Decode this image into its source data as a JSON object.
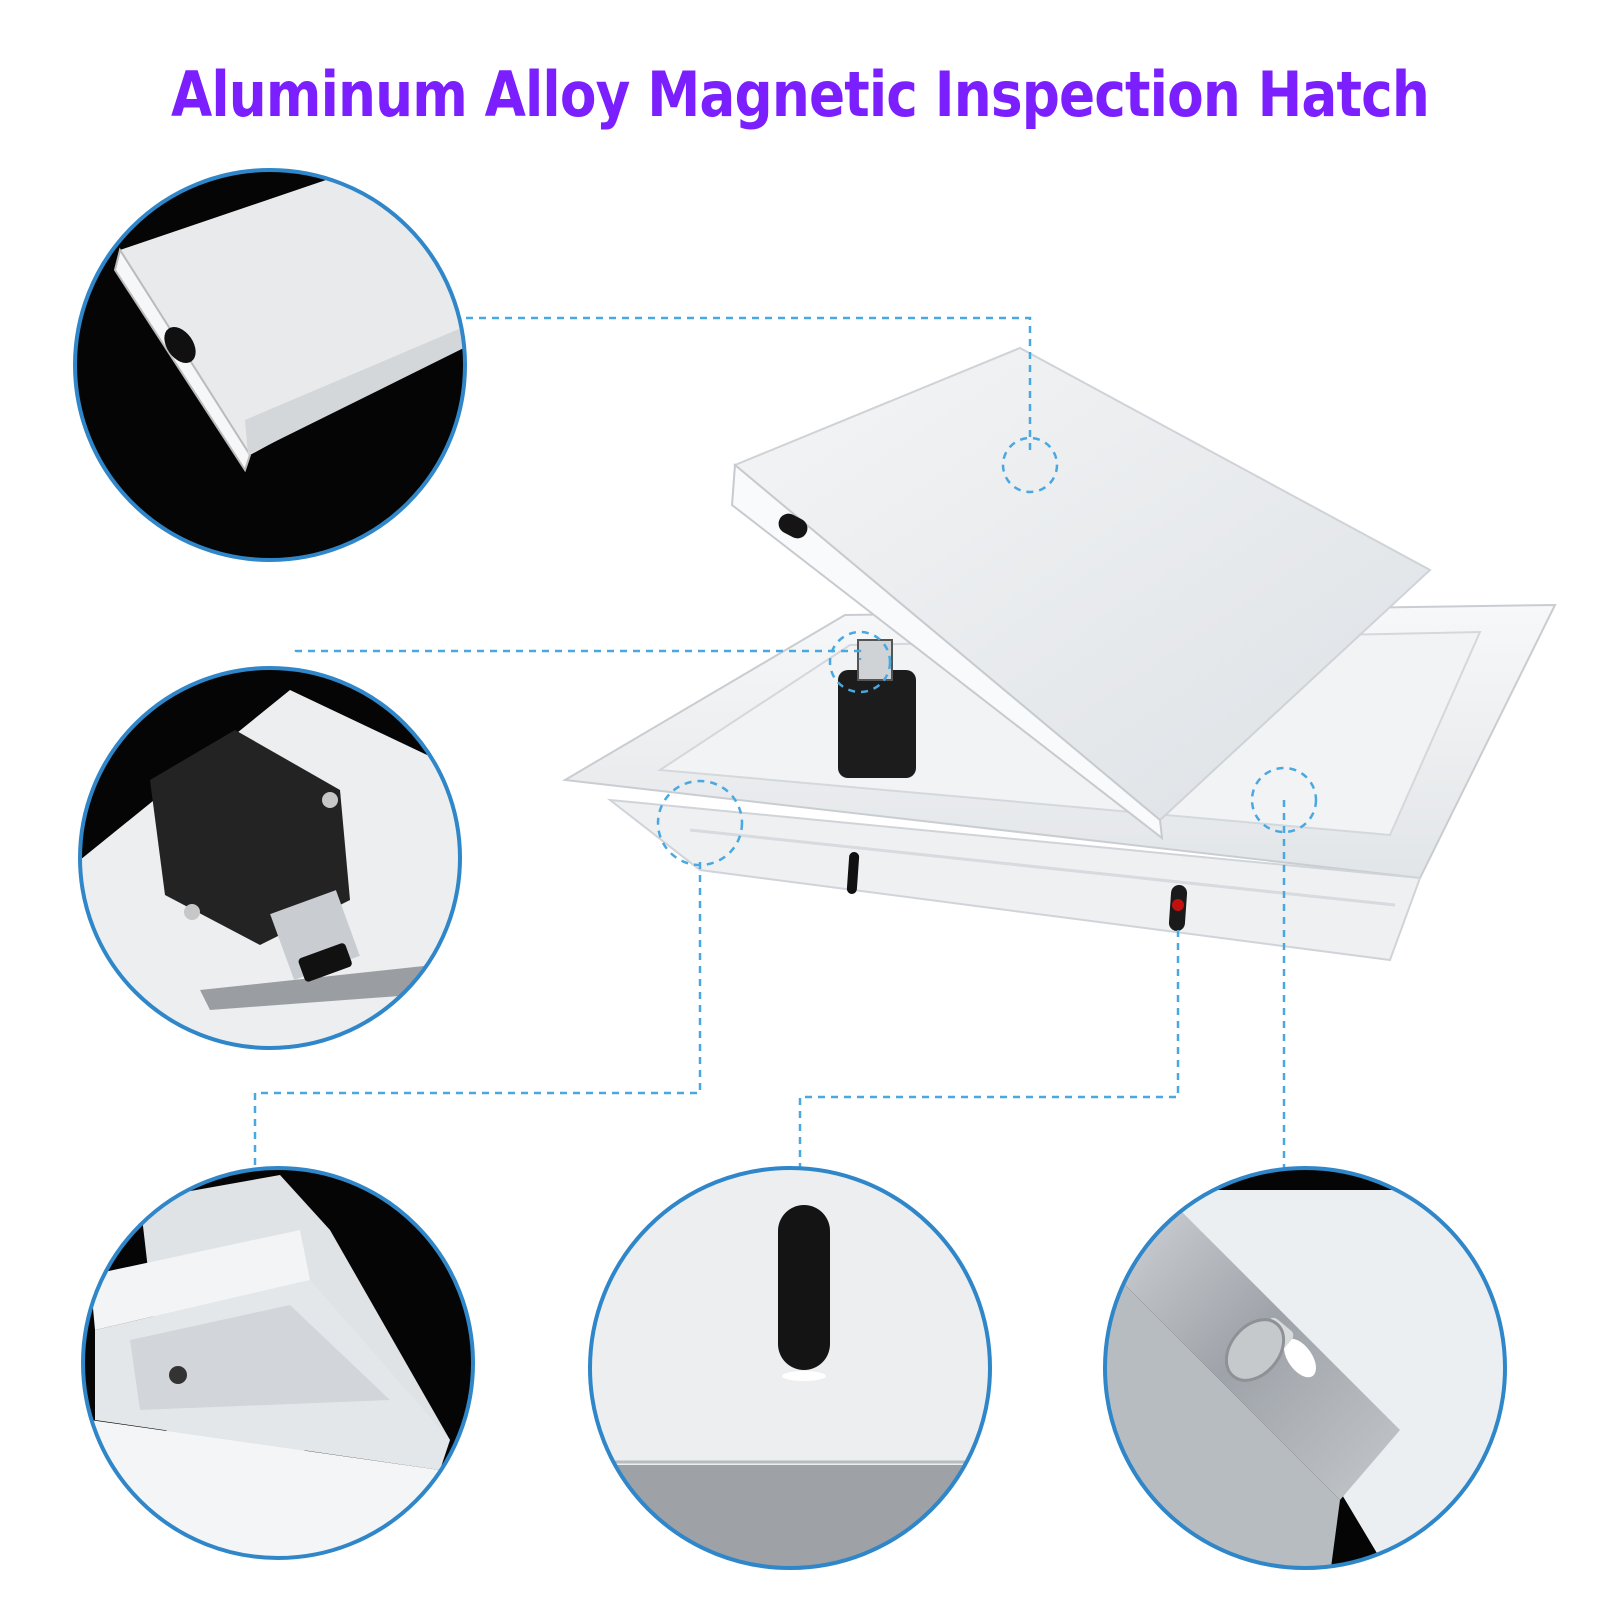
{
  "title": "Aluminum Alloy Magnetic Inspection Hatch",
  "colors": {
    "title": "#7b1fff",
    "leader_line": "#4aa8e0",
    "circle_border": "#2f86c9",
    "background_dark": "#050505",
    "panel": "#e9ecef"
  },
  "detail_callouts": [
    "panel-corner-edge",
    "push-latch",
    "frame-corner-profile",
    "slot-hole",
    "hinge-pin"
  ]
}
